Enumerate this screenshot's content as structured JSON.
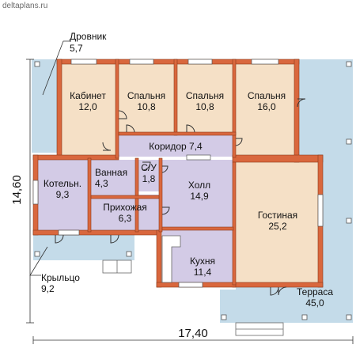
{
  "site": "deltaplans.ru",
  "dimensions": {
    "height": "14,60",
    "width": "17,40"
  },
  "rooms": [
    {
      "id": "drovnik",
      "name": "Дровник",
      "area": "5,7"
    },
    {
      "id": "kabinet",
      "name": "Кабинет",
      "area": "12,0"
    },
    {
      "id": "spalnya1",
      "name": "Спальня",
      "area": "10,8"
    },
    {
      "id": "spalnya2",
      "name": "Спальня",
      "area": "10,8"
    },
    {
      "id": "spalnya3",
      "name": "Спальня",
      "area": "16,0"
    },
    {
      "id": "koridor",
      "name": "Коридор",
      "area": "7,4"
    },
    {
      "id": "kotelnaya",
      "name": "Котельн.",
      "area": "9,3"
    },
    {
      "id": "vannaya",
      "name": "Ванная",
      "area": "4,3"
    },
    {
      "id": "su",
      "name": "С/У",
      "area": "1,8"
    },
    {
      "id": "holl",
      "name": "Холл",
      "area": "14,9"
    },
    {
      "id": "prihozhaya",
      "name": "Прихожая",
      "area": "6,3"
    },
    {
      "id": "gostinaya",
      "name": "Гостиная",
      "area": "25,2"
    },
    {
      "id": "kuhnya",
      "name": "Кухня",
      "area": "11,4"
    },
    {
      "id": "kryltso",
      "name": "Крыльцо",
      "area": "9,2"
    },
    {
      "id": "terrasa",
      "name": "Терраса",
      "area": "45,0"
    }
  ],
  "colors": {
    "wall": "#d9673d",
    "wall_edge": "#8a3a1c",
    "beige": "#f5e0c6",
    "lavender": "#d3cbe6",
    "terrace": "#c4dbe9",
    "window": "#ffffff"
  }
}
